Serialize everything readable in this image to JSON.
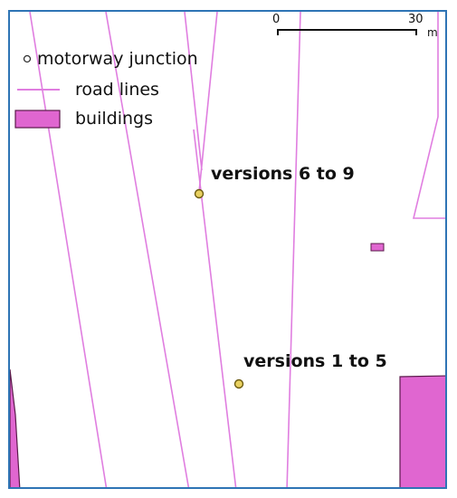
{
  "legend": {
    "junction_label": "motorway junction",
    "road_label": "road lines",
    "building_label": "buildings"
  },
  "annotations": {
    "upper": "versions 6 to 9",
    "lower": "versions 1 to 5"
  },
  "scale_bar": {
    "start": "0",
    "end": "30",
    "unit": "m"
  },
  "colors": {
    "road": "#e07ee0",
    "building_fill": "#e066d0",
    "building_stroke": "#5a1a4a",
    "junction_fill": "#e8d060",
    "junction_stroke": "#6b5a10",
    "frame": "#2e74b5"
  },
  "icons": [
    "junction-point-icon",
    "road-line-icon",
    "building-polygon-icon"
  ]
}
